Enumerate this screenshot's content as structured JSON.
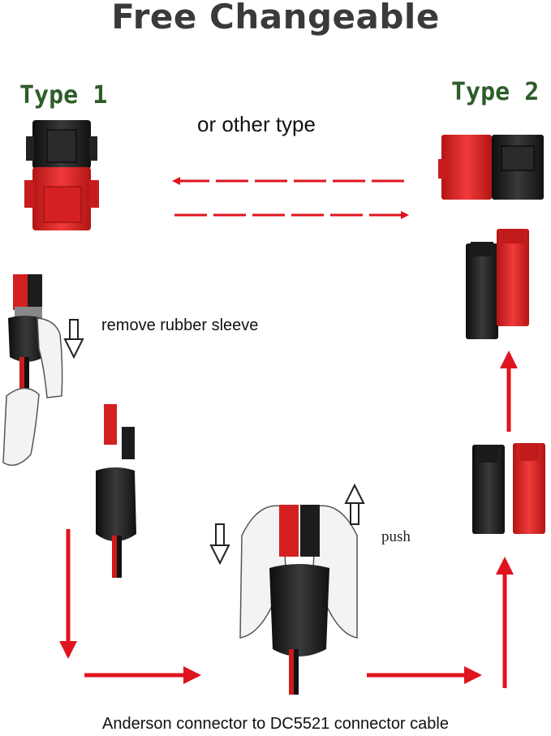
{
  "title": "Free Changeable",
  "type1_label": "Type 1",
  "type2_label": "Type 2",
  "middle_text": "or  other type",
  "step_remove": "remove rubber sleeve",
  "step_push": "push",
  "caption": "Anderson connector to DC5521 connector cable",
  "colors": {
    "arrow_red": "#e0141e",
    "connector_red": "#e42a2a",
    "connector_black": "#1c1c1c",
    "title_gray": "#3a3a3a",
    "label_green": "#2e5d2a"
  }
}
